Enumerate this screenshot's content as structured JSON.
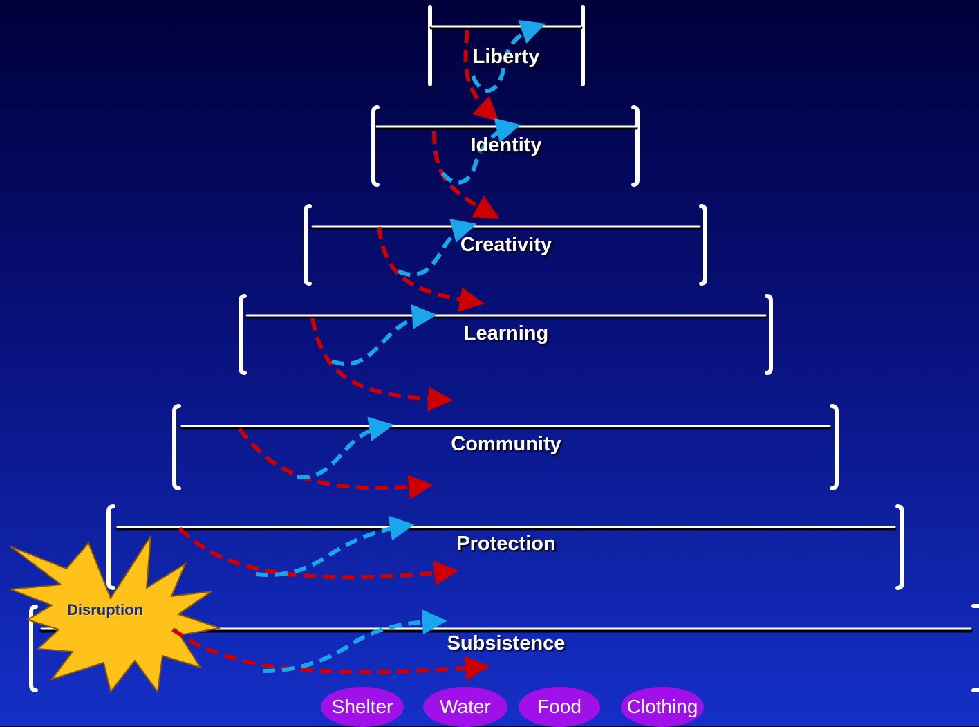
{
  "levels": [
    {
      "label": "Liberty"
    },
    {
      "label": "Identity"
    },
    {
      "label": "Creativity"
    },
    {
      "label": "Learning"
    },
    {
      "label": "Community"
    },
    {
      "label": "Protection"
    },
    {
      "label": "Subsistence"
    }
  ],
  "disruption": {
    "label": "Disruption"
  },
  "basic_needs": [
    {
      "label": "Shelter"
    },
    {
      "label": "Water"
    },
    {
      "label": "Food"
    },
    {
      "label": "Clothing"
    }
  ],
  "colors": {
    "decline_arrow": "#cc0000",
    "recovery_arrow": "#1aa6ea",
    "bracket": "#ffffff",
    "burst_fill": "#ffc21a",
    "need_fill": "#a010e8"
  }
}
